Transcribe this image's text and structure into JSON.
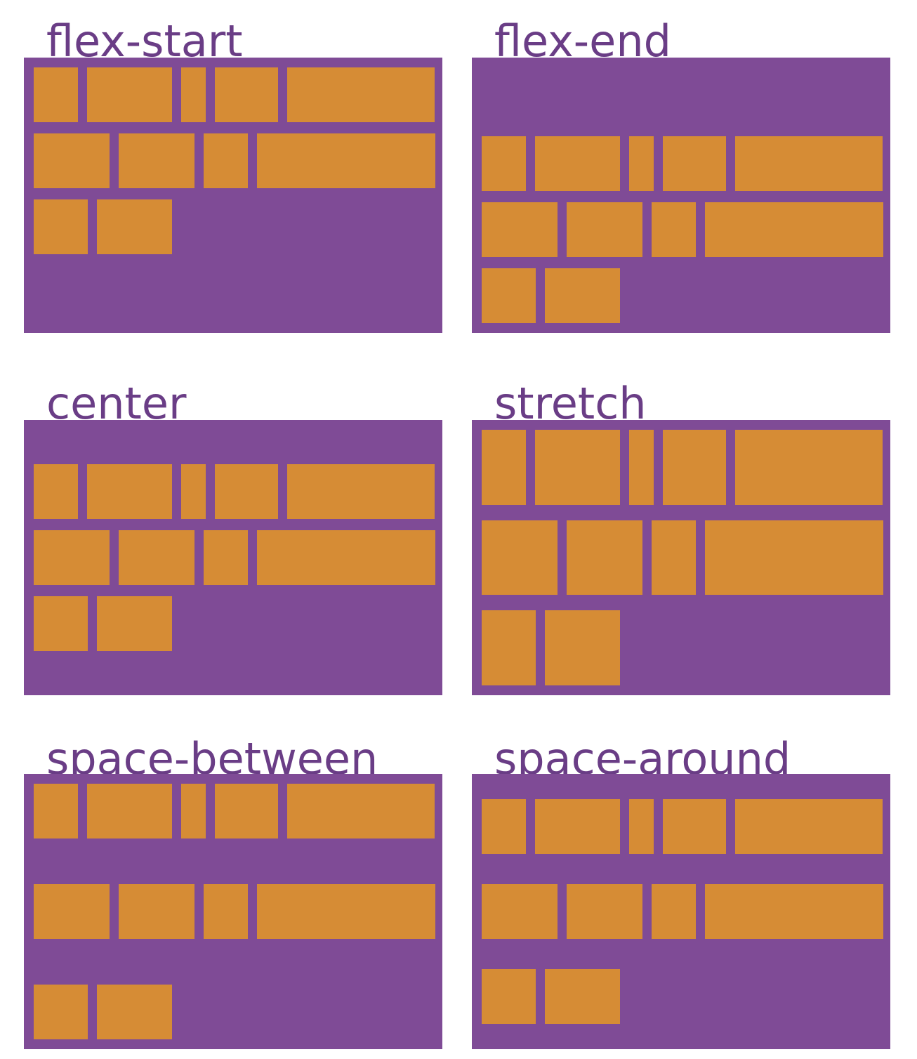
{
  "colors": {
    "container": "#7f4b96",
    "item": "#d68c35",
    "label": "#6a3d86",
    "background": "#ffffff"
  },
  "panels": [
    {
      "label": "flex-start",
      "align_content": "flex-start"
    },
    {
      "label": "flex-end",
      "align_content": "flex-end"
    },
    {
      "label": "center",
      "align_content": "center"
    },
    {
      "label": "stretch",
      "align_content": "stretch"
    },
    {
      "label": "space-between",
      "align_content": "space-between"
    },
    {
      "label": "space-around",
      "align_content": "space-around"
    }
  ]
}
